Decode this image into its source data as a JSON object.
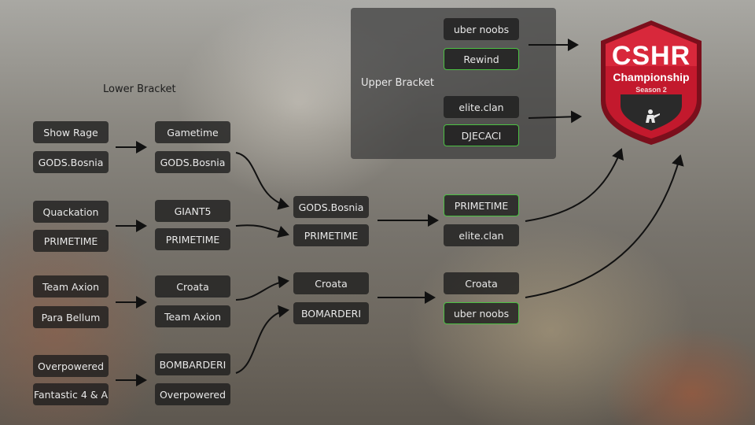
{
  "labels": {
    "lower_bracket": "Lower Bracket",
    "upper_bracket": "Upper Bracket"
  },
  "teams": {
    "r1_1": "Show Rage",
    "r1_2": "GODS.Bosnia",
    "r1_3": "Quackation",
    "r1_4": "PRIMETIME",
    "r1_5": "Team Axion",
    "r1_6": "Para Bellum",
    "r1_7": "Overpowered",
    "r1_8": "Fantastic 4 & A",
    "r2_1": "Gametime",
    "r2_2": "GODS.Bosnia",
    "r2_3": "GIANT5",
    "r2_4": "PRIMETIME",
    "r2_5": "Croata",
    "r2_6": "Team Axion",
    "r2_7": "BOMBARDERI",
    "r2_8": "Overpowered",
    "r3_1": "GODS.Bosnia",
    "r3_2": "PRIMETIME",
    "r3_3": "Croata",
    "r3_4": "BOMARDERI",
    "r4_1": "PRIMETIME",
    "r4_2": "elite.clan",
    "r4_3": "Croata",
    "r4_4": "uber noobs",
    "up_1": "uber noobs",
    "up_2": "Rewind",
    "up_3": "elite.clan",
    "up_4": "DJECACI"
  },
  "logo": {
    "line1": "CSHR",
    "line2": "Championship",
    "line3": "Season 2"
  },
  "colors": {
    "winner_border": "#4cc043",
    "logo_red": "#c3192d",
    "logo_dark_red": "#7b0f1c"
  },
  "icons": {
    "connector": "arrow-icon",
    "logo_figure": "soldier-icon"
  }
}
